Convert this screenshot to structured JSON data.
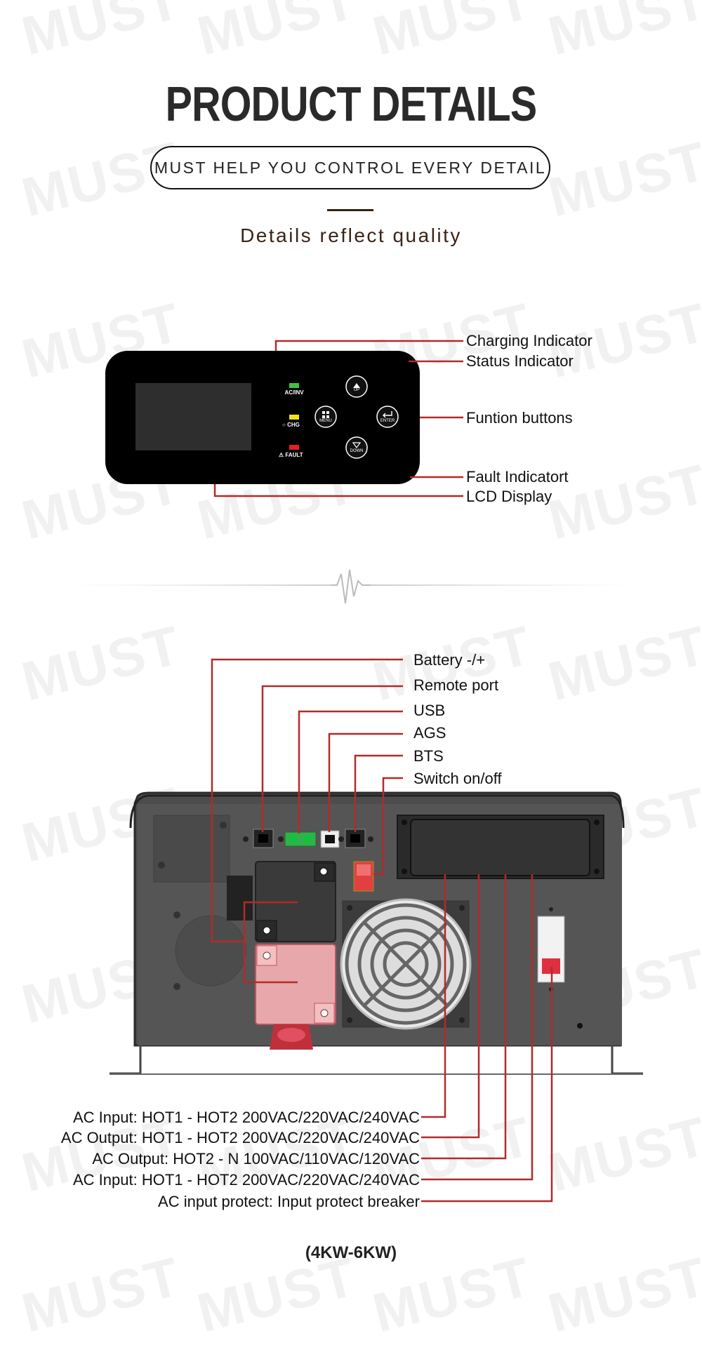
{
  "header": {
    "title": "PRODUCT DETAILS",
    "tagline": "MUST HELP YOU CONTROL EVERY DETAIL",
    "subtitle": "Details reflect quality"
  },
  "watermark": "MUST",
  "panel": {
    "indicators": {
      "ac_inv": "AC/INV",
      "chg": "CHG",
      "fault": "FAULT"
    },
    "buttons": {
      "up": "UP",
      "menu": "MENU",
      "enter": "ENTER",
      "down": "DOWN"
    },
    "callouts": {
      "charging": "Charging Indicator",
      "status": "Status Indicator",
      "function": "Funtion buttons",
      "fault": "Fault Indicatort",
      "lcd": "LCD Display"
    }
  },
  "rear": {
    "top_callouts": {
      "battery": "Battery -/+",
      "remote": "Remote port",
      "usb": "USB",
      "ags": "AGS",
      "bts": "BTS",
      "switch": "Switch on/off"
    },
    "bottom_callouts": {
      "ac_in_1": "AC Input: HOT1 - HOT2 200VAC/220VAC/240VAC",
      "ac_out_1": "AC Output: HOT1 - HOT2 200VAC/220VAC/240VAC",
      "ac_out_2": "AC Output: HOT2 - N 100VAC/110VAC/120VAC",
      "ac_in_2": "AC Input: HOT1 - HOT2 200VAC/220VAC/240VAC",
      "protect": "AC input protect: Input protect breaker"
    }
  },
  "caption": "(4KW-6KW)",
  "colors": {
    "callout_line": "#b32a2a",
    "panel_body": "#000000",
    "chassis": "#4d4d4d",
    "terminal_red": "#e8a8ab"
  }
}
